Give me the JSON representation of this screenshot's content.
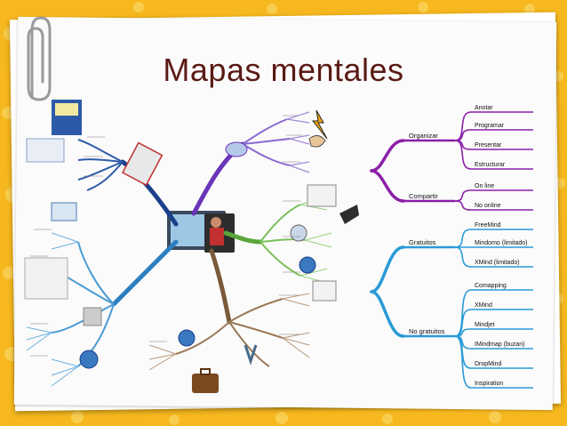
{
  "slide": {
    "title": "Mapas mentales"
  },
  "right_map": {
    "groups": [
      {
        "label": "Organizar",
        "color": "#8b1fa8",
        "items": [
          "Anotar",
          "Programar",
          "Presentar",
          "Estructurar"
        ]
      },
      {
        "label": "Compartir",
        "color": "#8b1fa8",
        "items": [
          "On line",
          "No online"
        ]
      },
      {
        "label": "Gratuitos",
        "color": "#2a9ad6",
        "items": [
          "FreeMind",
          "Mindomo (limitado)",
          "XMind (limitado)"
        ]
      },
      {
        "label": "No gratuitos",
        "color": "#2a9ad6",
        "items": [
          "Comapping",
          "XMind",
          "Mindjet",
          "IMindmap (buzan)",
          "DropMind",
          "Inspiration"
        ]
      }
    ]
  },
  "left_map": {
    "branch_colors": {
      "purple": "#6a35b8",
      "navy": "#1b3f8a",
      "blue": "#2c7fc0",
      "green": "#5aa53a",
      "brown": "#7a5a3a"
    }
  }
}
